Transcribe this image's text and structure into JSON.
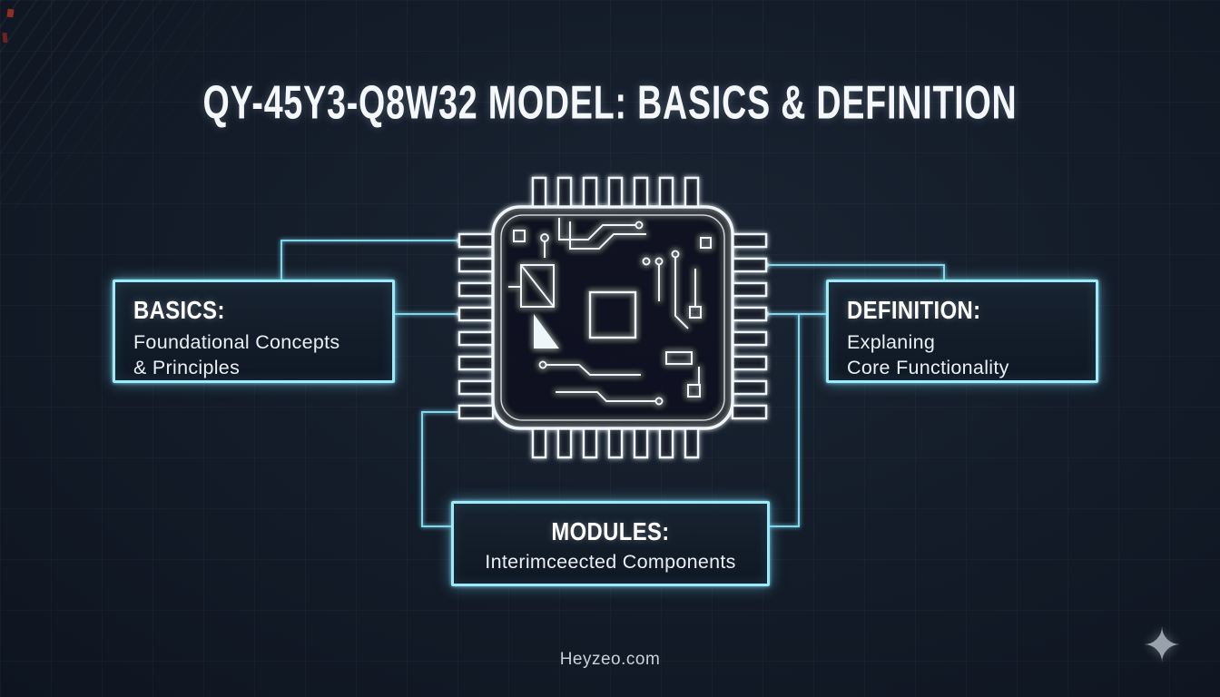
{
  "title": "QY-45Y3-Q8W32 MODEL: BASICS & DEFINITION",
  "boxes": {
    "basics": {
      "heading": "BASICS:",
      "line1": "Foundational Concepts",
      "line2": "& Principles"
    },
    "definition": {
      "heading": "DEFINITION:",
      "line1": "Explaning",
      "line2": "Core Functionality"
    },
    "modules": {
      "heading": "MODULES:",
      "line1": "Interimceected Components"
    }
  },
  "footer": {
    "watermark": "Heyzeo.com"
  },
  "icons": {
    "sparkle": "✦",
    "chip": "microchip"
  },
  "colors": {
    "background": "#131b28",
    "accent_cyan": "#9deaf8",
    "chip_white": "#eef6fa"
  }
}
